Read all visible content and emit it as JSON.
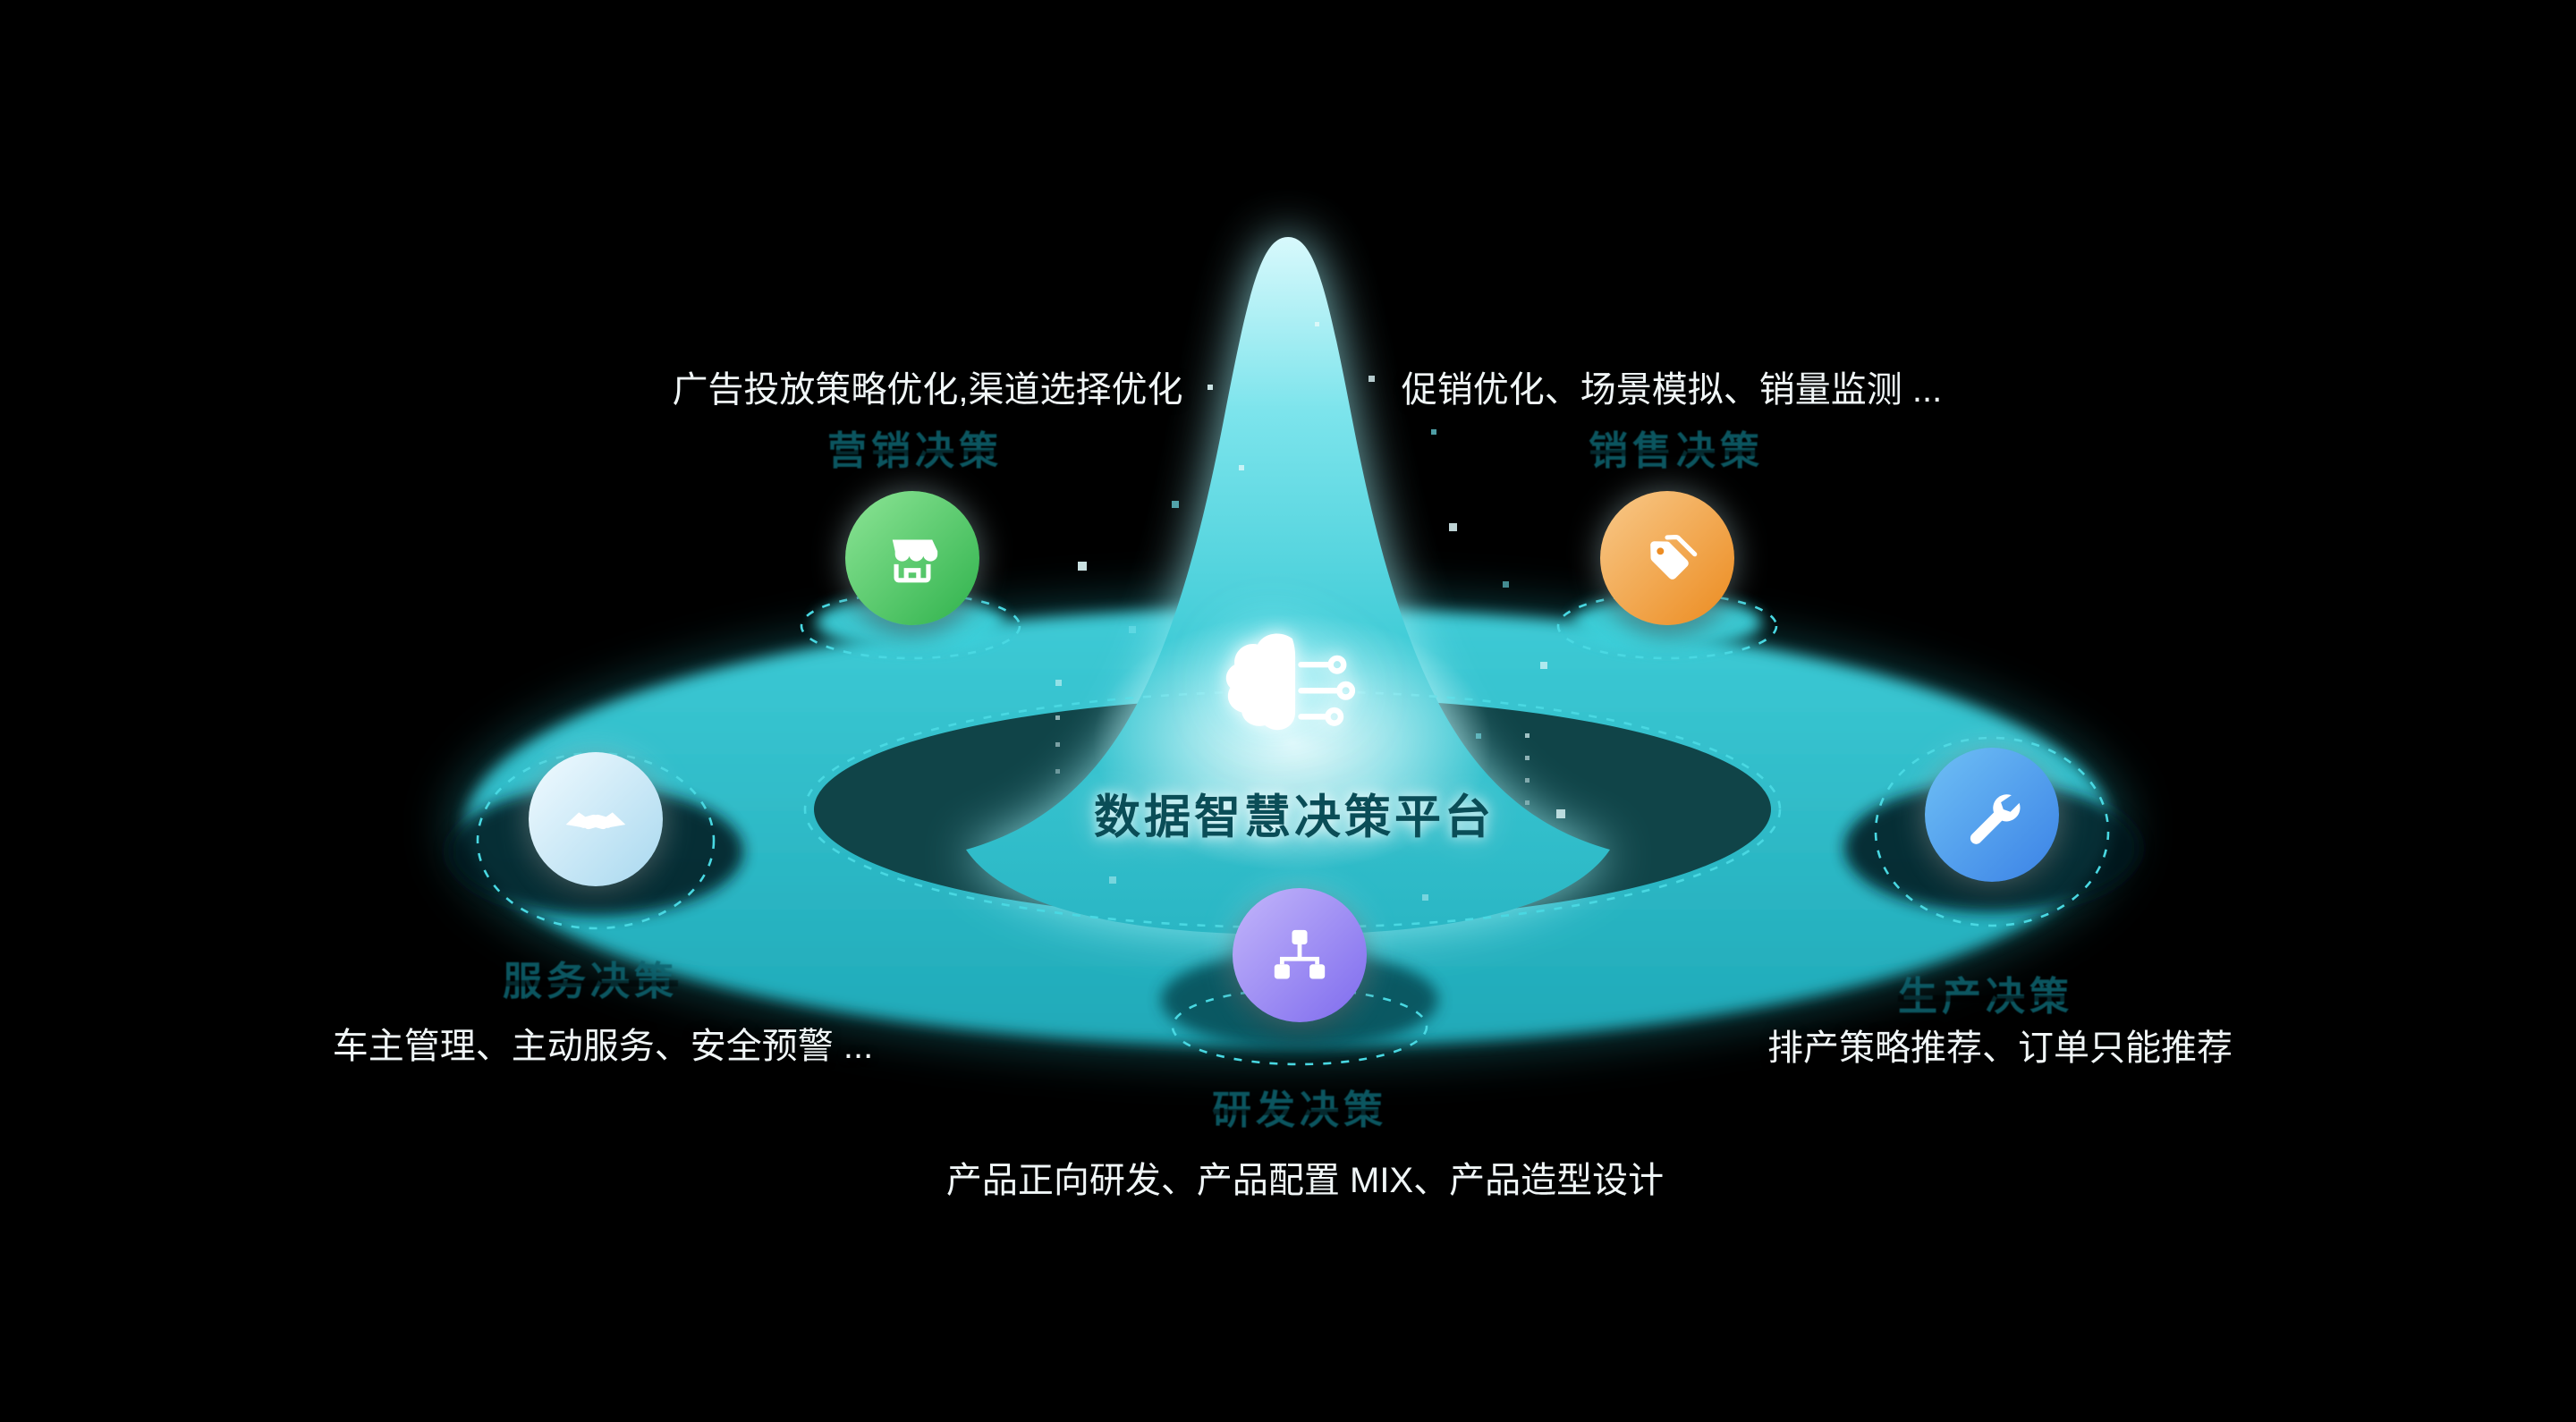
{
  "page": {
    "background": "#000000",
    "accent": "#35cdd8"
  },
  "center": {
    "title": "数据智慧决策平台",
    "icon": "brain-circuit-icon"
  },
  "nodes": [
    {
      "id": "marketing",
      "label": "营销决策",
      "desc": "广告投放策略优化,渠道选择优化",
      "icon": "storefront-icon",
      "color_from": "#8de596",
      "color_to": "#2fb24c"
    },
    {
      "id": "sales",
      "label": "销售决策",
      "desc": "促销优化、场景模拟、销量监测 ...",
      "icon": "price-tags-icon",
      "color_from": "#f8c98a",
      "color_to": "#ec8b1f"
    },
    {
      "id": "service",
      "label": "服务决策",
      "desc": "车主管理、主动服务、安全预警 ...",
      "icon": "handshake-icon",
      "color_from": "#f2fbff",
      "color_to": "#a8d8ef"
    },
    {
      "id": "production",
      "label": "生产决策",
      "desc": "排产策略推荐、订单只能推荐",
      "icon": "wrench-icon",
      "color_from": "#6fc0f5",
      "color_to": "#3b82e6"
    },
    {
      "id": "rnd",
      "label": "研发决策",
      "desc": "产品正向研发、产品配置 MIX、产品造型设计",
      "icon": "org-chart-icon",
      "color_from": "#c3b6fa",
      "color_to": "#7e6bee"
    }
  ]
}
